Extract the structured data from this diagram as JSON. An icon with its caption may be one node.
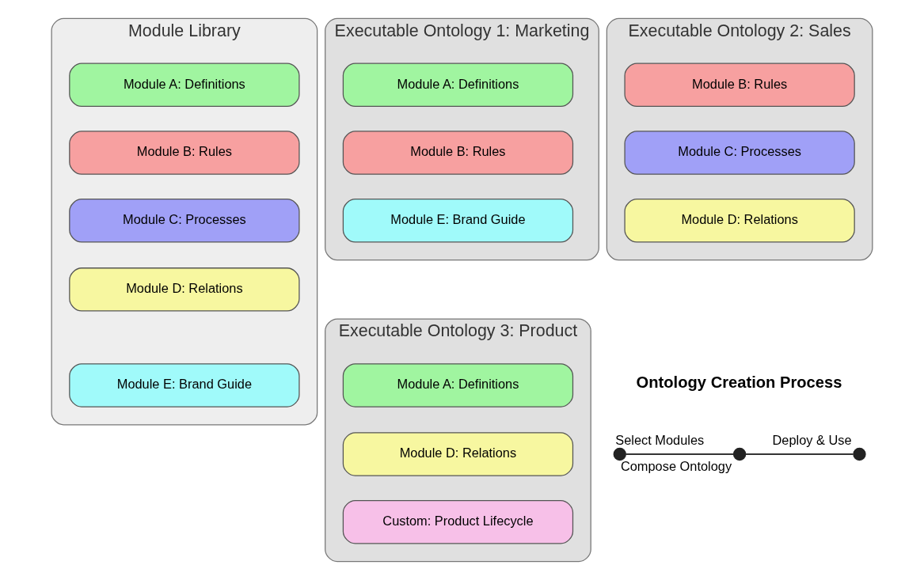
{
  "diagram": {
    "nodes": [
      {
        "text": [
          "Module Library"
        ]
      },
      {
        "text": [
          "Module A: Definitions"
        ],
        "in": 0
      },
      {
        "text": [
          "Module B: Rules"
        ],
        "in": 0
      },
      {
        "text": [
          "Module C: Processes"
        ],
        "in": 0
      },
      {
        "text": [
          "Module D: Relations"
        ],
        "in": 0
      },
      {
        "text": [
          "Module E: Brand Guide"
        ],
        "in": 0
      },
      {
        "text": [
          "Executable Ontology 1: Marketing"
        ]
      },
      {
        "text": [
          "Module A: Definitions"
        ],
        "in": 6
      },
      {
        "text": [
          "Module B: Rules"
        ],
        "in": 6
      },
      {
        "text": [
          "Module E: Brand Guide"
        ],
        "in": 6
      },
      {
        "text": [
          "Executable Ontology 2: Sales"
        ]
      },
      {
        "text": [
          "Module B: Rules"
        ],
        "in": 10
      },
      {
        "text": [
          "Module C: Processes"
        ],
        "in": 10
      },
      {
        "text": [
          "Module D: Relations"
        ],
        "in": 10
      },
      {
        "text": [
          "Executable Ontology 3: Product"
        ]
      },
      {
        "text": [
          "Module A: Definitions"
        ],
        "in": 14
      },
      {
        "text": [
          "Module D: Relations"
        ],
        "in": 14
      },
      {
        "text": [
          "Custom: Product Lifecycle"
        ],
        "in": 14
      },
      {
        "text": [],
        "shape": "circle",
        "beside": [
          "Select Modules"
        ]
      },
      {
        "text": [],
        "shape": "circle",
        "beside": [
          "Compose Ontology"
        ]
      },
      {
        "text": [],
        "shape": "circle",
        "beside": [
          "Deploy & Use"
        ]
      }
    ],
    "edges": [
      {
        "from": 18,
        "to": 19,
        "arrow": "none"
      },
      {
        "from": 19,
        "to": 20,
        "arrow": "none"
      }
    ],
    "labels": [
      "Ontology Creation Process"
    ]
  }
}
